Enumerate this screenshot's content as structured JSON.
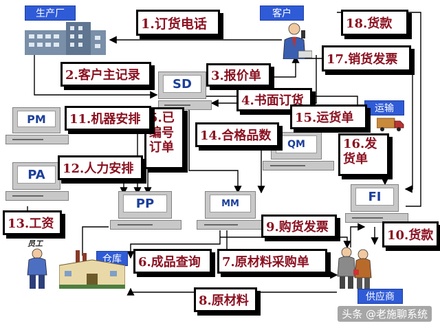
{
  "labels": {
    "factory": "生产厂",
    "customer": "客户",
    "transport": "运输",
    "warehouse": "仓库",
    "supplier": "供应商",
    "employee": "员工"
  },
  "modules": {
    "sd": "SD",
    "pm": "PM",
    "pa": "PA",
    "pp": "PP",
    "mm": "MM",
    "qm": "QM",
    "fi": "FI"
  },
  "steps": {
    "s1": "1.订货电话",
    "s2": "2.客户主记录",
    "s3": "3.报价单",
    "s4": "4.书面订货",
    "s5": "5.已编号订单",
    "s6": "6.成品查询",
    "s7": "7.原材料采购单",
    "s8": "8.原材料",
    "s9": "9.购货发票",
    "s10": "10.货款",
    "s11": "11.机器安排",
    "s12": "12.人力安排",
    "s13": "13.工资",
    "s14": "14.合格品数",
    "s15": "15.运货单",
    "s16": "16.发货单",
    "s17": "17.销货发票",
    "s18": "18.货款"
  },
  "watermark": "头条 @老施聊系统",
  "colors": {
    "header_bg": "#2f5bd7",
    "step_text": "#8b1020",
    "step_border": "#000000",
    "module_text": "#1d3f9a"
  }
}
